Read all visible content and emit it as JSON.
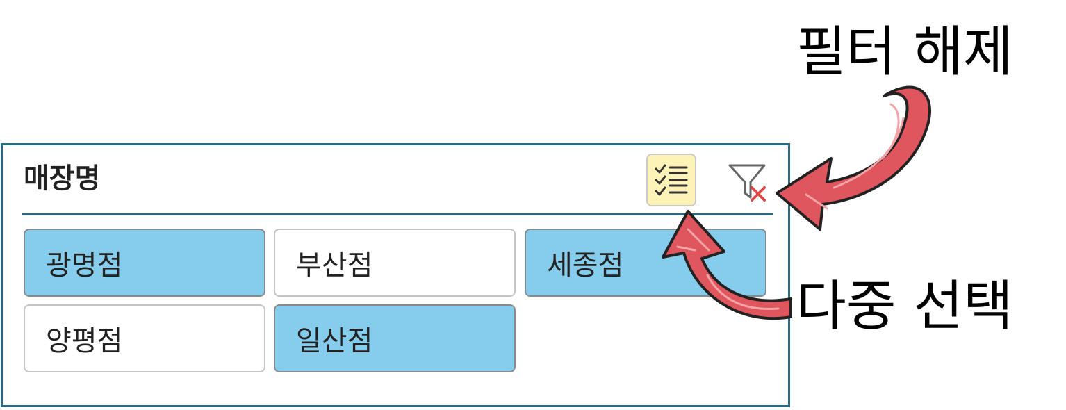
{
  "slicer": {
    "title": "매장명",
    "items": [
      {
        "label": "광명점",
        "selected": true
      },
      {
        "label": "부산점",
        "selected": false
      },
      {
        "label": "세종점",
        "selected": true
      },
      {
        "label": "양평점",
        "selected": false
      },
      {
        "label": "일산점",
        "selected": true
      }
    ]
  },
  "annotations": {
    "clear_filter": "필터 해제",
    "multi_select": "다중 선택"
  },
  "icons": {
    "multi_select": "multi-select-checklist-icon",
    "clear_filter": "clear-filter-icon"
  },
  "colors": {
    "selected_item": "#86ccec",
    "border": "#2b6a84",
    "multi_select_bg": "#fdf3b8",
    "arrow_red": "#e0565e"
  }
}
